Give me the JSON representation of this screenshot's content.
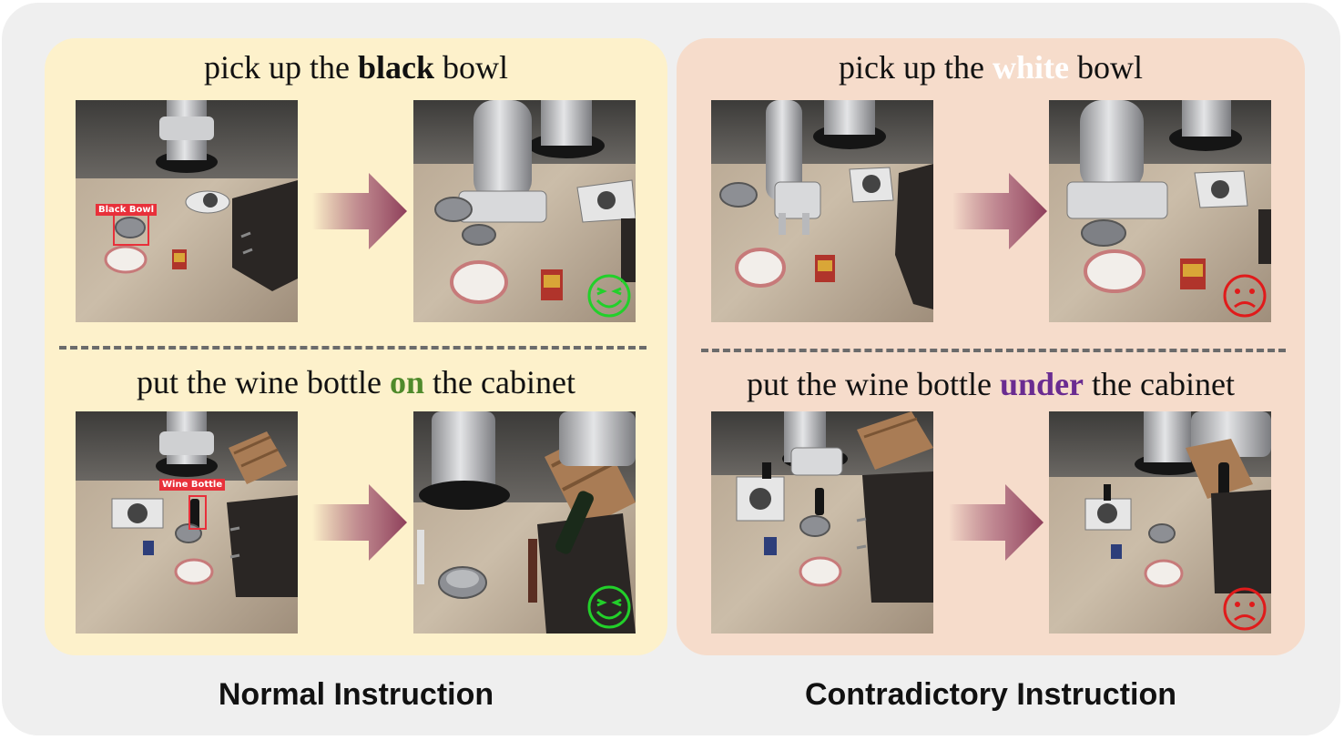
{
  "normal": {
    "caption": "Normal Instruction",
    "task1": {
      "pre": "pick up the ",
      "key": "black",
      "post": " bowl",
      "key_color": "#111111",
      "label": "Black Bowl",
      "result": "success"
    },
    "task2": {
      "pre": "put the wine bottle ",
      "key": "on",
      "post": " the cabinet",
      "key_color": "#4f8a2b",
      "label": "Wine Bottle",
      "result": "success"
    }
  },
  "contradictory": {
    "caption": "Contradictory Instruction",
    "task1": {
      "pre": "pick up the ",
      "key": "white",
      "post": " bowl",
      "key_color": "#ffffff",
      "result": "failure"
    },
    "task2": {
      "pre": "put the wine bottle ",
      "key": "under",
      "post": " the cabinet",
      "key_color": "#6a2c91",
      "result": "failure"
    }
  },
  "icons": {
    "success": "grinning-face-icon",
    "failure": "frowning-face-icon",
    "arrow": "right-arrow-icon"
  },
  "colors": {
    "success": "#22d02a",
    "failure": "#e01b1b",
    "arrow": "#8e3f5a"
  }
}
